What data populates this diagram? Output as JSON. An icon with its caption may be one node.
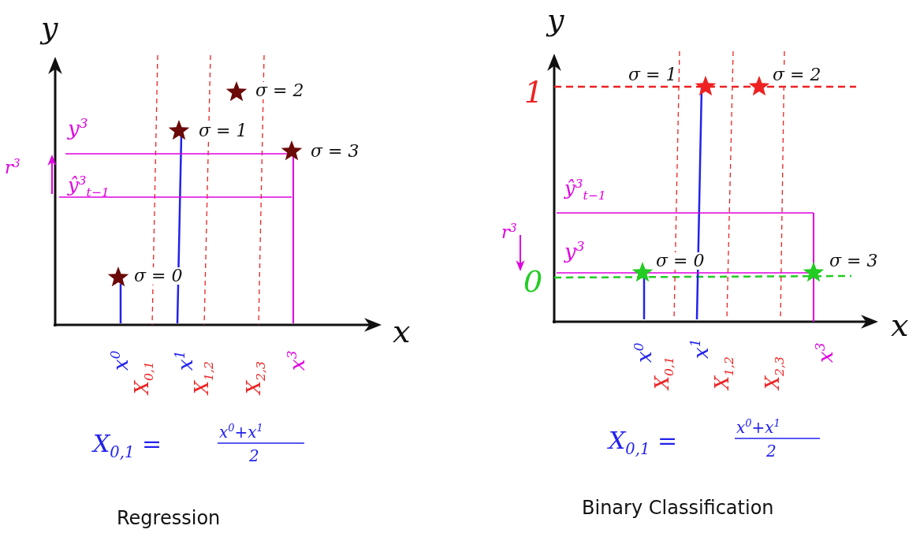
{
  "diagram": {
    "labels": [
      "y",
      "σ = 2",
      "y$^{3}$",
      "σ = 1",
      "σ = 3",
      "r$^{3}$",
      "ŷ$^{3}$$_{t−1}$",
      "σ = 0",
      "x",
      "x$^{0}$",
      "X$_{0,1}$",
      "x$^{1}$",
      "X$_{1,2}$",
      "X$_{2,3}$",
      "x$^{3}$",
      "X$_{0,1}$ =",
      "x$^{0}$+x$^{1}$",
      "2",
      "Regression",
      "y",
      "σ = 1",
      "σ = 2",
      "1",
      "ŷ$^{3}$$_{t−1}$",
      "r$^{3}$",
      "y$^{3}$",
      "σ = 0",
      "σ = 3",
      "0",
      "x",
      "x$^{0}$",
      "X$_{0,1}$",
      "x$^{1}$",
      "X$_{1,2}$",
      "X$_{2,3}$",
      "x$^{3}$",
      "X$_{0,1}$ =",
      "x$^{0}$+x$^{1}$",
      "2",
      "Binary Classification"
    ]
  }
}
